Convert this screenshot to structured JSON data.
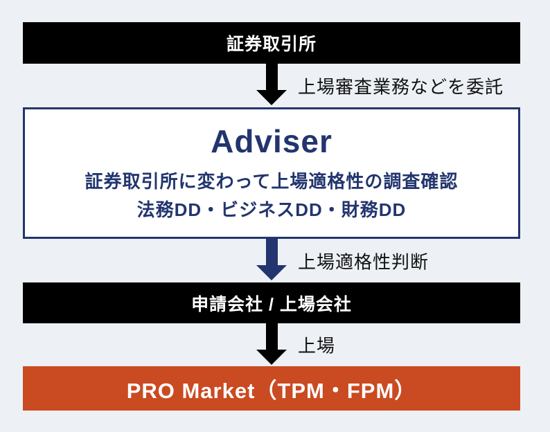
{
  "colors": {
    "background": "#edf1f5",
    "black": "#000000",
    "navy": "#22356e",
    "orange": "#ca4a21",
    "white": "#ffffff"
  },
  "flow": {
    "exchange_bar": {
      "label": "証券取引所"
    },
    "delegation_arrow": {
      "label": "上場審査業務などを委託",
      "color": "#000000"
    },
    "adviser_box": {
      "title": "Adviser",
      "line1": "証券取引所に変わって上場適格性の調査確認",
      "line2": "法務DD・ビジネスDD・財務DD"
    },
    "judgment_arrow": {
      "label": "上場適格性判断",
      "color": "#22356e"
    },
    "company_bar": {
      "label": "申請会社 / 上場会社"
    },
    "listing_arrow": {
      "label": "上場",
      "color": "#000000"
    },
    "market_bar": {
      "label": "PRO Market（TPM・FPM）"
    }
  }
}
